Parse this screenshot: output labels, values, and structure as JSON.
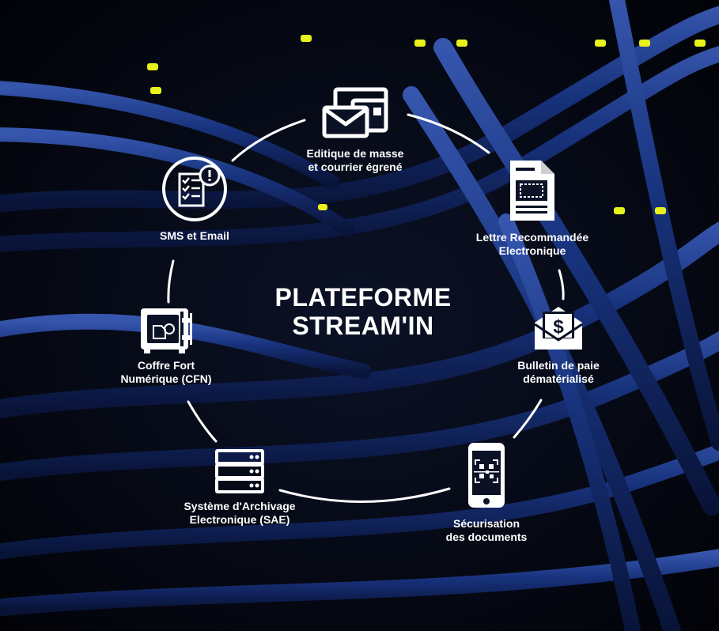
{
  "diagram": {
    "title_line1": "PLATEFORME",
    "title_line2": "STREAM'IN",
    "nodes": [
      {
        "icon": "envelope-stack-icon",
        "line1": "Editique de masse",
        "line2": "et courrier égrené"
      },
      {
        "icon": "registered-letter-icon",
        "line1": "Lettre Recommandée",
        "line2": "Electronique"
      },
      {
        "icon": "payslip-envelope-icon",
        "line1": "Bulletin de paie",
        "line2": "dématérialisé"
      },
      {
        "icon": "smartphone-qr-icon",
        "line1": "Sécurisation",
        "line2": "des documents"
      },
      {
        "icon": "server-stack-icon",
        "line1": "Système d'Archivage",
        "line2": "Electronique (SAE)"
      },
      {
        "icon": "safe-icon",
        "line1": "Coffre Fort",
        "line2": "Numérique (CFN)"
      },
      {
        "icon": "checklist-alert-icon",
        "line1": "SMS et Email",
        "line2": ""
      }
    ]
  },
  "colors": {
    "background": "#05070d",
    "cable": "#1b3a8f",
    "cable_highlight": "#3f64c9",
    "led": "#e8f21a",
    "text": "#ffffff"
  }
}
